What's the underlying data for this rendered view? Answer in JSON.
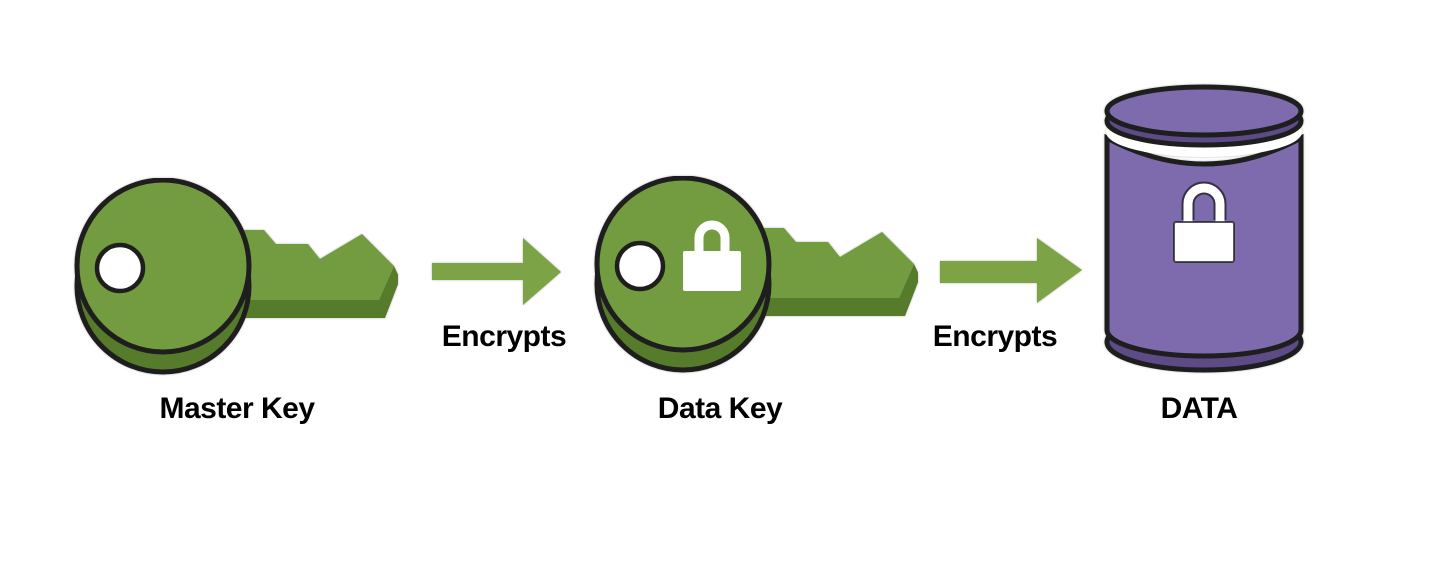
{
  "diagram": {
    "description": "Envelope encryption flow diagram",
    "nodes": [
      {
        "id": "master-key",
        "label": "Master Key",
        "icon": "key-icon"
      },
      {
        "id": "data-key",
        "label": "Data Key",
        "icon": "key-with-lock-icon"
      },
      {
        "id": "data",
        "label": "DATA",
        "icon": "database-with-lock-icon"
      }
    ],
    "edges": [
      {
        "from": "master-key",
        "to": "data-key",
        "label": "Encrypts",
        "icon": "arrow-right-icon"
      },
      {
        "from": "data-key",
        "to": "data",
        "label": "Encrypts",
        "icon": "arrow-right-icon"
      }
    ],
    "colors": {
      "key_green": "#739C40",
      "key_green_dark": "#567B2B",
      "arrow_green": "#7CA346",
      "outline": "#1E1E1E",
      "cylinder_purple": "#7D6BAD",
      "cylinder_purple_dark": "#5C4B86",
      "text": "#000000",
      "background": "#FFFFFF"
    }
  }
}
